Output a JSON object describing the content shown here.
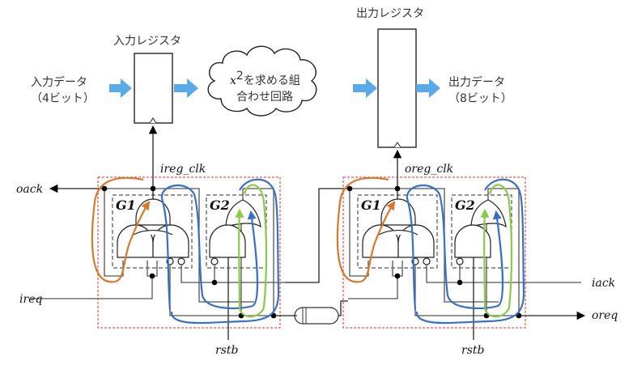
{
  "top": {
    "input_data_label": "入力データ",
    "input_bits_label": "（4ビット）",
    "input_register_label": "入力レジスタ",
    "cloud_line1_var": "x",
    "cloud_line1_sup": "2",
    "cloud_line1_rest": "を求める組",
    "cloud_line2": "合わせ回路",
    "output_register_label": "出力レジスタ",
    "output_data_label": "出力データ",
    "output_bits_label": "（8ビット）"
  },
  "signals": {
    "ireg_clk": "ireg_clk",
    "oreg_clk": "oreg_clk",
    "oack": "oack",
    "ireq": "ireq",
    "iack": "iack",
    "oreq": "oreq",
    "rstb_left": "rstb",
    "rstb_right": "rstb"
  },
  "gates": {
    "left_g1": "G1",
    "left_g2": "G2",
    "right_g1": "G1",
    "right_g2": "G2"
  },
  "colors": {
    "data_arrow": "#5aaaea",
    "path_orange": "#d8782f",
    "path_blue": "#3a6fc4",
    "path_green": "#8cc84b",
    "controller_border": "#e0302a"
  }
}
